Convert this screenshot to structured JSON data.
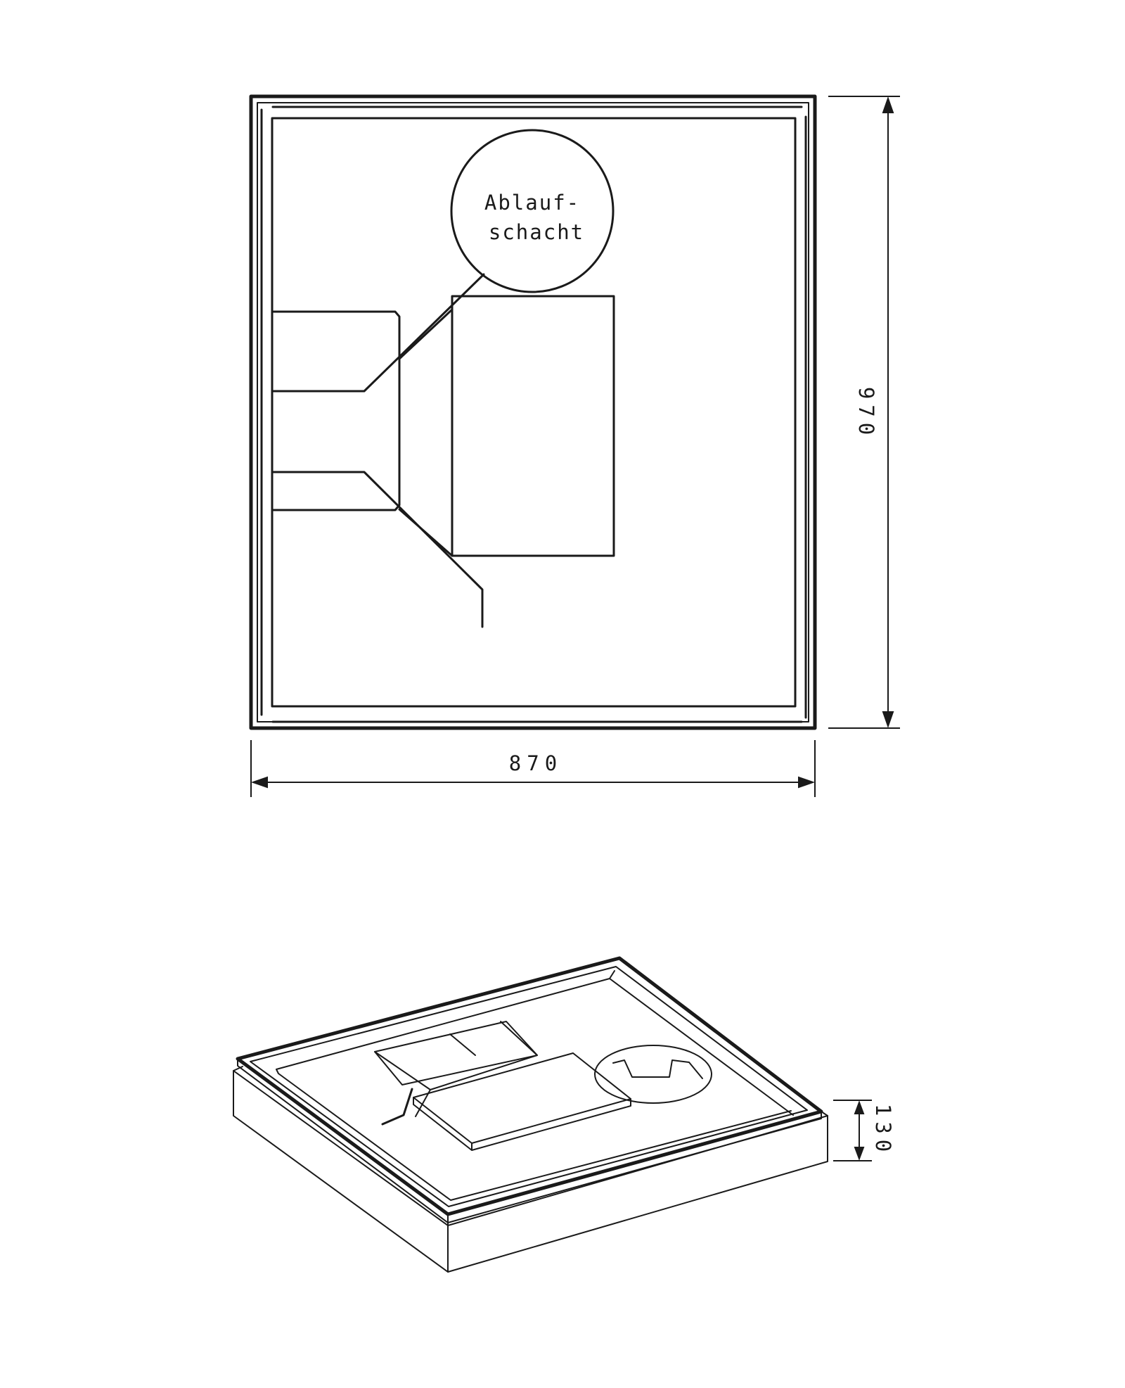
{
  "top_view": {
    "drain_label_line1": "Ablauf-",
    "drain_label_line2": "schacht",
    "width_dim": "870",
    "depth_dim": "970"
  },
  "iso_view": {
    "height_dim": "130"
  }
}
